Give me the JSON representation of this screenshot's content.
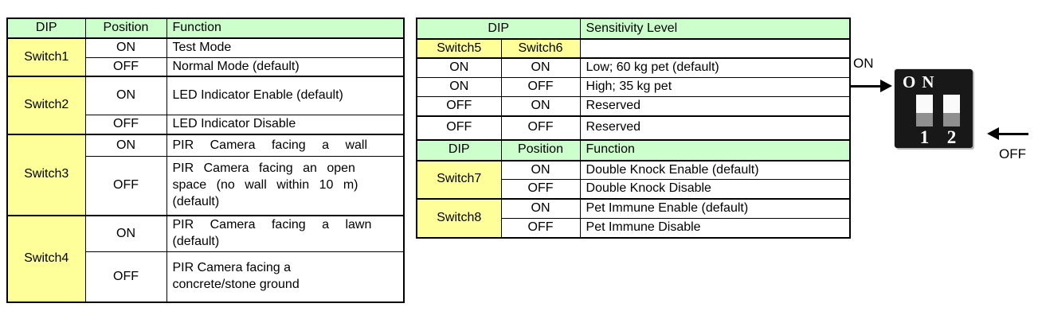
{
  "left_table": {
    "headers": [
      "DIP",
      "Position",
      "Function"
    ],
    "groups": [
      {
        "switch": "Switch1",
        "rows": [
          {
            "position": "ON",
            "function": "Test Mode"
          },
          {
            "position": "OFF",
            "function": "Normal Mode (default)"
          }
        ]
      },
      {
        "switch": "Switch2",
        "rows": [
          {
            "position": "ON",
            "function": "LED Indicator Enable (default)"
          },
          {
            "position": "OFF",
            "function": "LED Indicator Disable"
          }
        ]
      },
      {
        "switch": "Switch3",
        "rows": [
          {
            "position": "ON",
            "lines": [
              "PIR Camera facing a wall"
            ]
          },
          {
            "position": "OFF",
            "lines": [
              "PIR Camera facing an open",
              "space (no wall within 10 m)",
              "(default)"
            ]
          }
        ]
      },
      {
        "switch": "Switch4",
        "rows": [
          {
            "position": "ON",
            "lines": [
              "PIR Camera facing a lawn",
              "(default)"
            ]
          },
          {
            "position": "OFF",
            "lines": [
              "PIR Camera facing a",
              "concrete/stone ground"
            ]
          }
        ]
      }
    ]
  },
  "right_table": {
    "header1": {
      "dip": "DIP",
      "sensitivity": "Sensitivity Level"
    },
    "subheader": {
      "col1": "Switch5",
      "col2": "Switch6",
      "col3": ""
    },
    "sensitivity_rows": [
      {
        "switch5": "ON",
        "switch6": "ON",
        "level": "Low; 60 kg pet (default)"
      },
      {
        "switch5": "ON",
        "switch6": "OFF",
        "level": "High; 35 kg pet"
      },
      {
        "switch5": "OFF",
        "switch6": "ON",
        "level": "Reserved"
      },
      {
        "switch5": "OFF",
        "switch6": "OFF",
        "level": "Reserved"
      }
    ],
    "header2": [
      "DIP",
      "Position",
      "Function"
    ],
    "groups": [
      {
        "switch": "Switch7",
        "rows": [
          {
            "position": "ON",
            "function": "Double Knock Enable (default)"
          },
          {
            "position": "OFF",
            "function": "Double Knock Disable"
          }
        ]
      },
      {
        "switch": "Switch8",
        "rows": [
          {
            "position": "ON",
            "function": "Pet Immune Enable (default)"
          },
          {
            "position": "OFF",
            "function": "Pet Immune Disable"
          }
        ]
      }
    ]
  },
  "dip_figure": {
    "on_label": "ON",
    "off_label": "OFF",
    "box_label": "ON",
    "pin_labels": [
      "1",
      "2"
    ]
  },
  "colors": {
    "header_green": "#ccffcc",
    "switch_yellow": "#ffff99",
    "border": "#000000",
    "dip_body": "#181818",
    "dip_toggle": "#fafafa",
    "dip_slot": "#8f8f8f"
  }
}
